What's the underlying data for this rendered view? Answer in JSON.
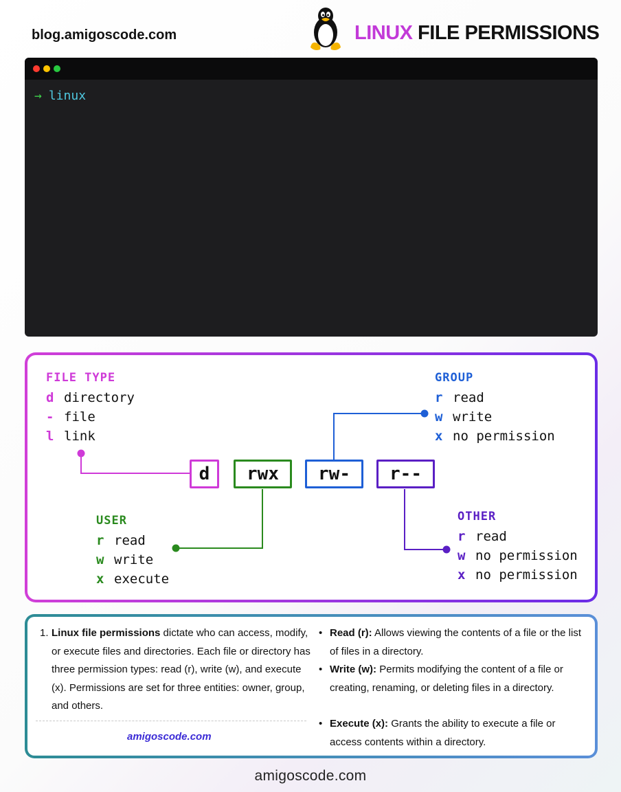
{
  "header": {
    "site_url": "blog.amigoscode.com",
    "title_accent": "LINUX",
    "title_rest": " FILE PERMISSIONS",
    "logo_icon": "linux-tux-icon"
  },
  "terminal": {
    "prompt_symbol": "→",
    "command": "linux",
    "dots": [
      "#ff3b30",
      "#ffc400",
      "#28c840"
    ]
  },
  "diagram": {
    "file_type": {
      "title": "FILE TYPE",
      "items": [
        {
          "key": "d",
          "label": "directory"
        },
        {
          "key": "-",
          "label": "file"
        },
        {
          "key": "l",
          "label": "link"
        }
      ]
    },
    "group": {
      "title": "GROUP",
      "items": [
        {
          "key": "r",
          "label": "read"
        },
        {
          "key": "w",
          "label": "write"
        },
        {
          "key": "x",
          "label": "no permission"
        }
      ]
    },
    "user": {
      "title": "USER",
      "items": [
        {
          "key": "r",
          "label": "read"
        },
        {
          "key": "w",
          "label": "write"
        },
        {
          "key": "x",
          "label": "execute"
        }
      ]
    },
    "other": {
      "title": "OTHER",
      "items": [
        {
          "key": "r",
          "label": "read"
        },
        {
          "key": "w",
          "label": "no permission"
        },
        {
          "key": "x",
          "label": "no permission"
        }
      ]
    },
    "boxes": {
      "type": "d",
      "user": "rwx",
      "group": "rw-",
      "other": "r--"
    },
    "colors": {
      "file_type": "#cf3ad8",
      "group": "#1e5fd6",
      "user": "#2a8a1e",
      "other": "#5a1fc4"
    }
  },
  "info": {
    "number": "1.",
    "para_bold": "Linux file permissions",
    "para_rest": " dictate who can access, modify, or execute files and directories. Each file or directory has three permission types: read (r), write (w), and execute (x). Permissions are set for three entities: owner, group, and others.",
    "brand": "amigoscode.com",
    "bullets": [
      {
        "bold": "Read (r):",
        "text": " Allows viewing the contents of a file or the list of files in a directory."
      },
      {
        "bold": "Write (w):",
        "text": " Permits modifying the content of a file or creating, renaming, or deleting files in a directory."
      },
      {
        "bold": "Execute (x):",
        "text": " Grants the ability to execute a file or access contents within a directory."
      }
    ]
  },
  "footer": {
    "brand": "amigoscode.com"
  }
}
